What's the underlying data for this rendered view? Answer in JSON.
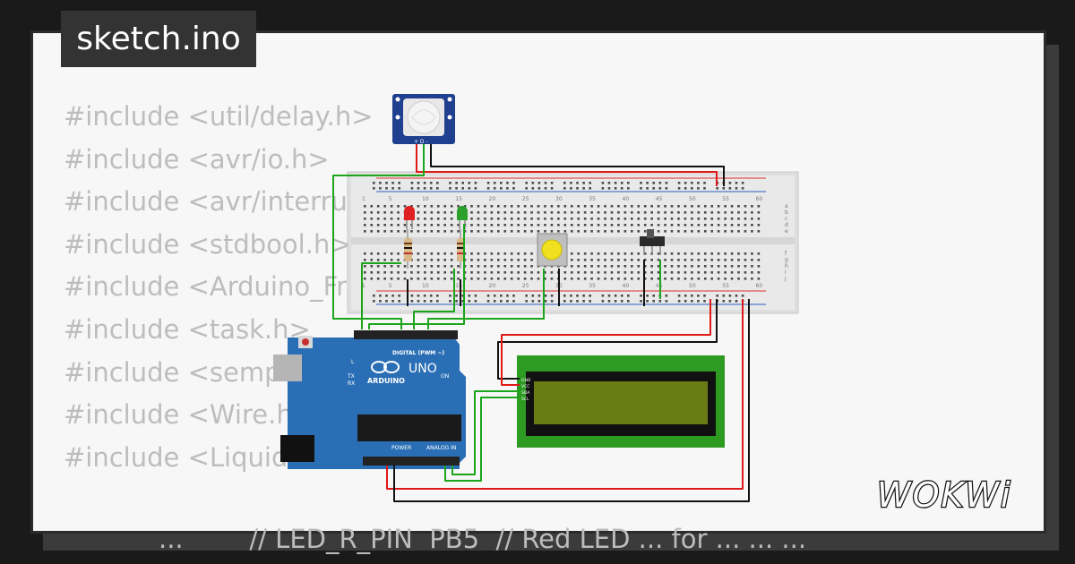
{
  "file_tab": {
    "label": "sketch.ino"
  },
  "code_lines": [
    "#include <util/delay.h>",
    "#include <avr/io.h>",
    "#include <avr/interru",
    "#include <stdbool.h>",
    "#include <Arduino_Fr",
    "#include <task.h>",
    "#include <semp",
    "#include <Wire.h",
    "#include <Liquid"
  ],
  "code_tail": "...        // LED_R_PIN  PB5  // Red LED ... for ... ... ...",
  "arduino": {
    "brand": "ARDUINO",
    "model": "UNO",
    "digital_label": "DIGITAL (PWM ~)",
    "power_label": "POWER",
    "analog_label": "ANALOG IN",
    "on_label": "ON",
    "tx_label": "TX",
    "rx_label": "RX",
    "l_label": "L"
  },
  "breadboard": {
    "column_numbers": [
      "1",
      "5",
      "10",
      "15",
      "20",
      "25",
      "30",
      "35",
      "40",
      "45",
      "50",
      "55",
      "60"
    ],
    "row_letters": [
      "a",
      "b",
      "c",
      "d",
      "e",
      "f",
      "g",
      "h",
      "i",
      "j"
    ]
  },
  "lcd_pins": [
    "GND",
    "VCC",
    "SDA",
    "SCL"
  ],
  "components": {
    "pir_pins": [
      "+",
      "D",
      "-"
    ],
    "led_colors": {
      "red": "#e02020",
      "green": "#2aa02a"
    },
    "button_color": "#f0e020"
  },
  "logo": {
    "text": "WOKWi"
  },
  "colors": {
    "wire_green": "#1aa51a",
    "wire_red": "#e01818",
    "wire_black": "#111111",
    "arduino_blue": "#2a6fb5",
    "lcd_green": "#2d9a22",
    "lcd_screen": "#6a7d14"
  }
}
